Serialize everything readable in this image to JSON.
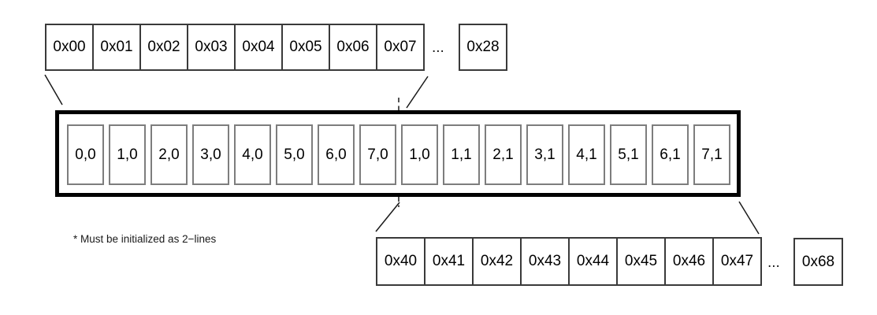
{
  "diagram": {
    "top_row": {
      "cells": [
        "0x00",
        "0x01",
        "0x02",
        "0x03",
        "0x04",
        "0x05",
        "0x06",
        "0x07"
      ],
      "ellipsis": "...",
      "last_cell": "0x28"
    },
    "buffer": {
      "cells": [
        "0,0",
        "1,0",
        "2,0",
        "3,0",
        "4,0",
        "5,0",
        "6,0",
        "7,0",
        "1,0",
        "1,1",
        "2,1",
        "3,1",
        "4,1",
        "5,1",
        "6,1",
        "7,1"
      ]
    },
    "bottom_row": {
      "cells": [
        "0x40",
        "0x41",
        "0x42",
        "0x43",
        "0x44",
        "0x45",
        "0x46",
        "0x47"
      ],
      "ellipsis": "...",
      "last_cell": "0x68"
    },
    "note": "* Must be initialized as 2−lines",
    "colors": {
      "background": "#ffffff",
      "outer_box_border": "#000000",
      "address_cell_border": "#3a3a3a",
      "buffer_cell_border": "#7d7d7d",
      "text": "#000000"
    }
  }
}
